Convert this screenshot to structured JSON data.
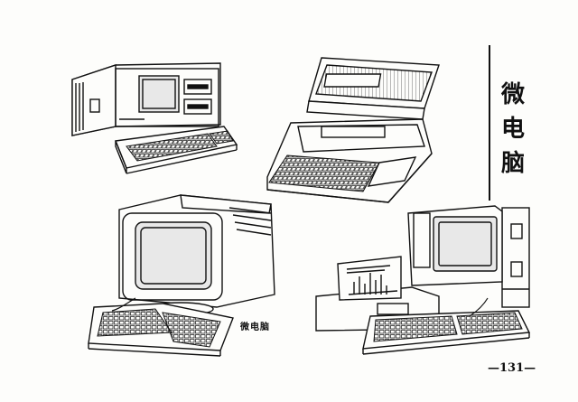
{
  "page": {
    "title_chars": [
      "微",
      "电",
      "脑"
    ],
    "caption": "微电脑",
    "page_number": "—131—"
  },
  "illustrations": {
    "portable_computer": {
      "icon": "portable-computer-illustration"
    },
    "laptop_computer": {
      "icon": "laptop-computer-illustration"
    },
    "terminal_computer": {
      "icon": "terminal-computer-illustration"
    },
    "desktop_computer": {
      "icon": "desktop-computer-illustration"
    }
  },
  "colors": {
    "ink": "#111111",
    "paper": "#fdfdfb",
    "screen": "#e8e8e8"
  }
}
